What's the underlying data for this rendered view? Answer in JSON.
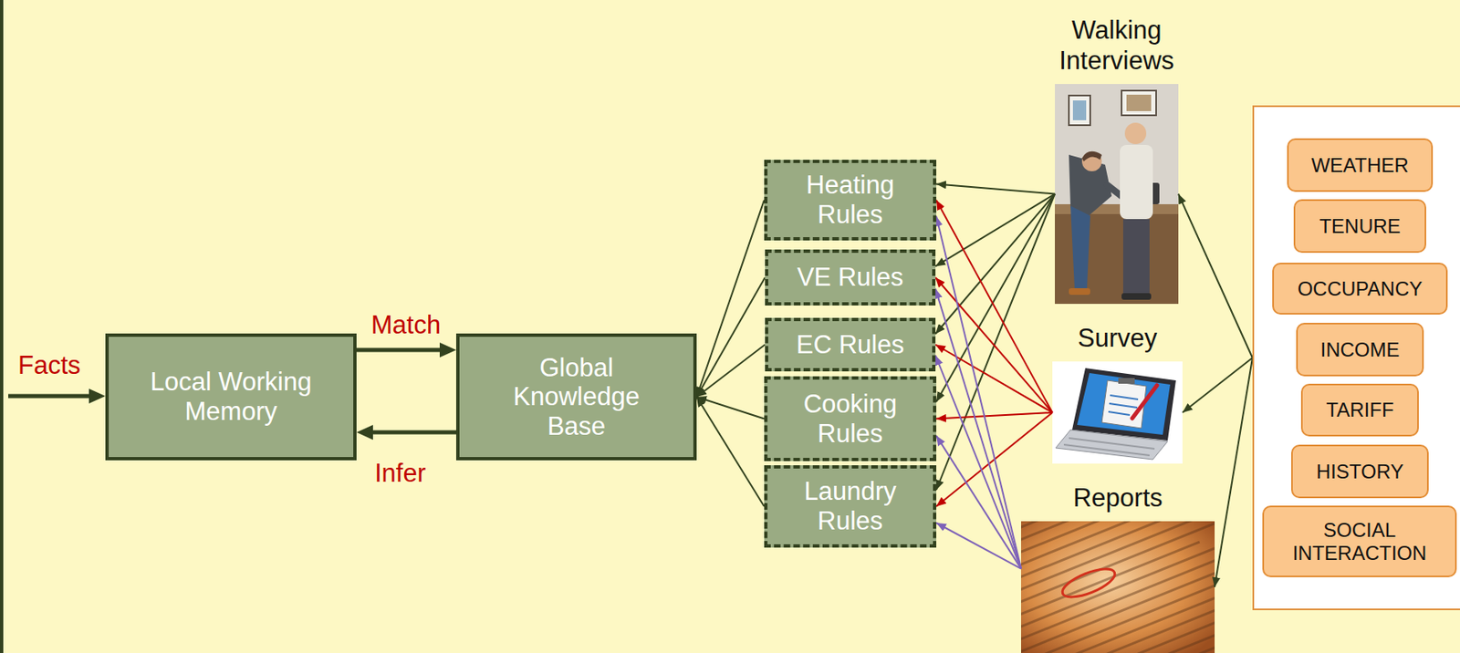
{
  "diagram": {
    "nodes": [
      {
        "text": [
          "Local Working Memory"
        ]
      },
      {
        "text": [
          "Global Knowledge Base"
        ]
      },
      {
        "text": [
          "Heating Rules"
        ]
      },
      {
        "text": [
          "VE Rules"
        ]
      },
      {
        "text": [
          "EC Rules"
        ]
      },
      {
        "text": [
          "Cooking Rules"
        ]
      },
      {
        "text": [
          "Laundry Rules"
        ]
      },
      {
        "text": [
          "Walking Interviews"
        ]
      },
      {
        "text": [
          "Survey"
        ]
      },
      {
        "text": [
          "Reports"
        ]
      },
      {
        "text": []
      },
      {
        "text": [
          "WEATHER"
        ],
        "in": 10
      },
      {
        "text": [
          "TENURE"
        ],
        "in": 10
      },
      {
        "text": [
          "OCCUPANCY"
        ],
        "in": 10
      },
      {
        "text": [
          "INCOME"
        ],
        "in": 10
      },
      {
        "text": [
          "TARIFF"
        ],
        "in": 10
      },
      {
        "text": [
          "HISTORY"
        ],
        "in": 10
      },
      {
        "text": [
          "SOCIAL INTERACTION"
        ],
        "in": 10
      }
    ],
    "edges": [
      {
        "from": 0,
        "to": 1,
        "label": "Match",
        "arrow": "to"
      },
      {
        "from": 1,
        "to": 0,
        "label": "Infer",
        "arrow": "to"
      },
      {
        "from": 2,
        "to": 1,
        "arrow": "to"
      },
      {
        "from": 3,
        "to": 1,
        "arrow": "to"
      },
      {
        "from": 4,
        "to": 1,
        "arrow": "to"
      },
      {
        "from": 5,
        "to": 1,
        "arrow": "to"
      },
      {
        "from": 6,
        "to": 1,
        "arrow": "to"
      },
      {
        "from": 7,
        "to": 2,
        "arrow": "to"
      },
      {
        "from": 7,
        "to": 3,
        "arrow": "to"
      },
      {
        "from": 7,
        "to": 4,
        "arrow": "to"
      },
      {
        "from": 7,
        "to": 5,
        "arrow": "to"
      },
      {
        "from": 7,
        "to": 6,
        "arrow": "to"
      },
      {
        "from": 8,
        "to": 2,
        "arrow": "to"
      },
      {
        "from": 8,
        "to": 3,
        "arrow": "to"
      },
      {
        "from": 8,
        "to": 4,
        "arrow": "to"
      },
      {
        "from": 8,
        "to": 5,
        "arrow": "to"
      },
      {
        "from": 8,
        "to": 6,
        "arrow": "to"
      },
      {
        "from": 9,
        "to": 2,
        "arrow": "to"
      },
      {
        "from": 9,
        "to": 3,
        "arrow": "to"
      },
      {
        "from": 9,
        "to": 4,
        "arrow": "to"
      },
      {
        "from": 9,
        "to": 5,
        "arrow": "to"
      },
      {
        "from": 9,
        "to": 6,
        "arrow": "to"
      },
      {
        "from": 10,
        "to": 7,
        "arrow": "to"
      },
      {
        "from": 10,
        "to": 8,
        "arrow": "to"
      },
      {
        "from": 10,
        "to": 9,
        "arrow": "to"
      }
    ],
    "labels": [
      "Facts"
    ]
  }
}
